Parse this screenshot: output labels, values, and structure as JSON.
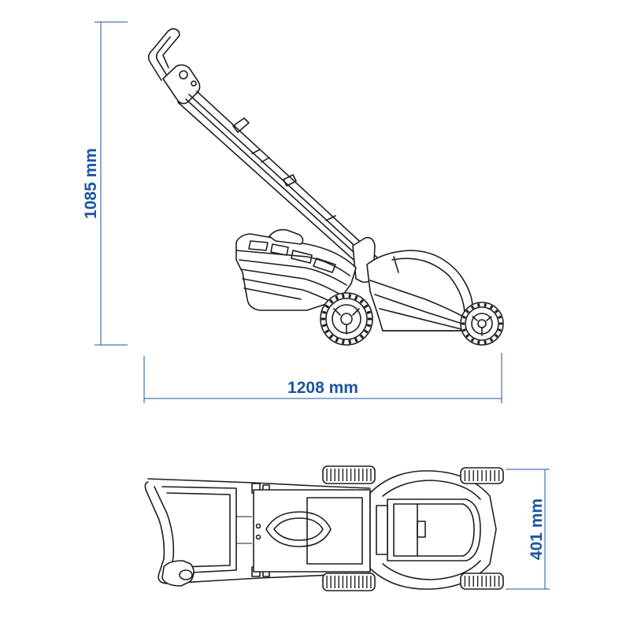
{
  "colors": {
    "dimension": "#1a56a0",
    "drawing": "#1e1e1e",
    "background": "#ffffff"
  },
  "dimensions": {
    "height": "1085 mm",
    "length": "1208 mm",
    "width": "401 mm"
  }
}
